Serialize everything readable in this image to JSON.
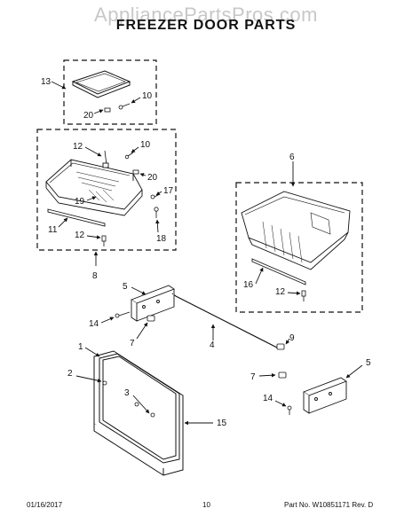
{
  "watermark": "AppliancePartsPros.com",
  "title": "FREEZER DOOR PARTS",
  "footer": {
    "date": "01/16/2017",
    "page": "10",
    "part_info": "Part No. W10851171  Rev. D"
  },
  "callouts": {
    "c13": "13",
    "c10a": "10",
    "c20a": "20",
    "c12a": "12",
    "c10b": "10",
    "c20b": "20",
    "c19": "19",
    "c17": "17",
    "c11": "11",
    "c12b": "12",
    "c18": "18",
    "c8": "8",
    "c6": "6",
    "c16": "16",
    "c12c": "12",
    "c5a": "5",
    "c14a": "14",
    "c7a": "7",
    "c4": "4",
    "c9": "9",
    "c1": "1",
    "c2": "2",
    "c3": "3",
    "c15": "15",
    "c7b": "7",
    "c5b": "5",
    "c14b": "14"
  }
}
